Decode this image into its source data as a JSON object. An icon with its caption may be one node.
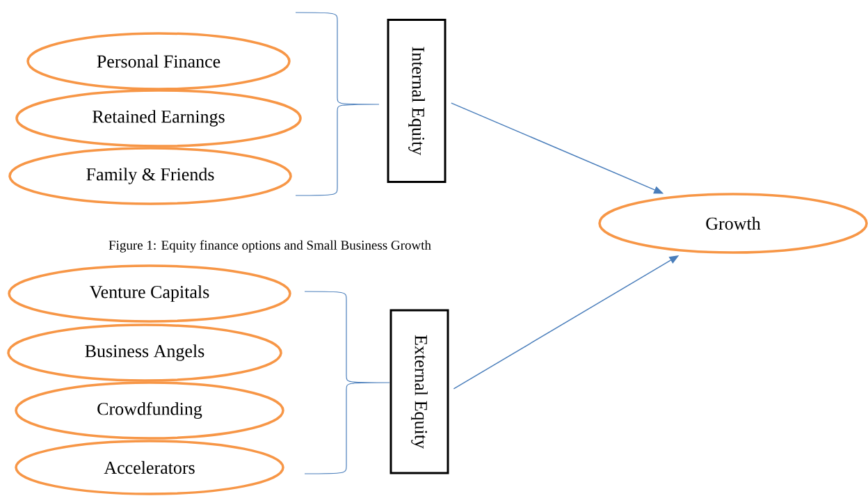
{
  "diagram": {
    "caption": "Figure 1: Equity finance options and Small Business Growth",
    "nodes": [
      {
        "text": [
          "Personal Finance"
        ]
      },
      {
        "text": [
          "Retained Earnings"
        ]
      },
      {
        "text": [
          "Family & Friends"
        ]
      },
      {
        "text": [
          "Internal Equity"
        ]
      },
      {
        "text": [
          "Growth"
        ]
      },
      {
        "text": [
          "Venture Capitals"
        ]
      },
      {
        "text": [
          "Business Angels"
        ]
      },
      {
        "text": [
          "Crowdfunding"
        ]
      },
      {
        "text": [
          "Accelerators"
        ]
      },
      {
        "text": [
          "External Equity"
        ]
      }
    ],
    "edges": [
      {
        "from": 3,
        "to": 4,
        "arrow": "to"
      },
      {
        "from": 9,
        "to": 4,
        "arrow": "to"
      }
    ]
  }
}
